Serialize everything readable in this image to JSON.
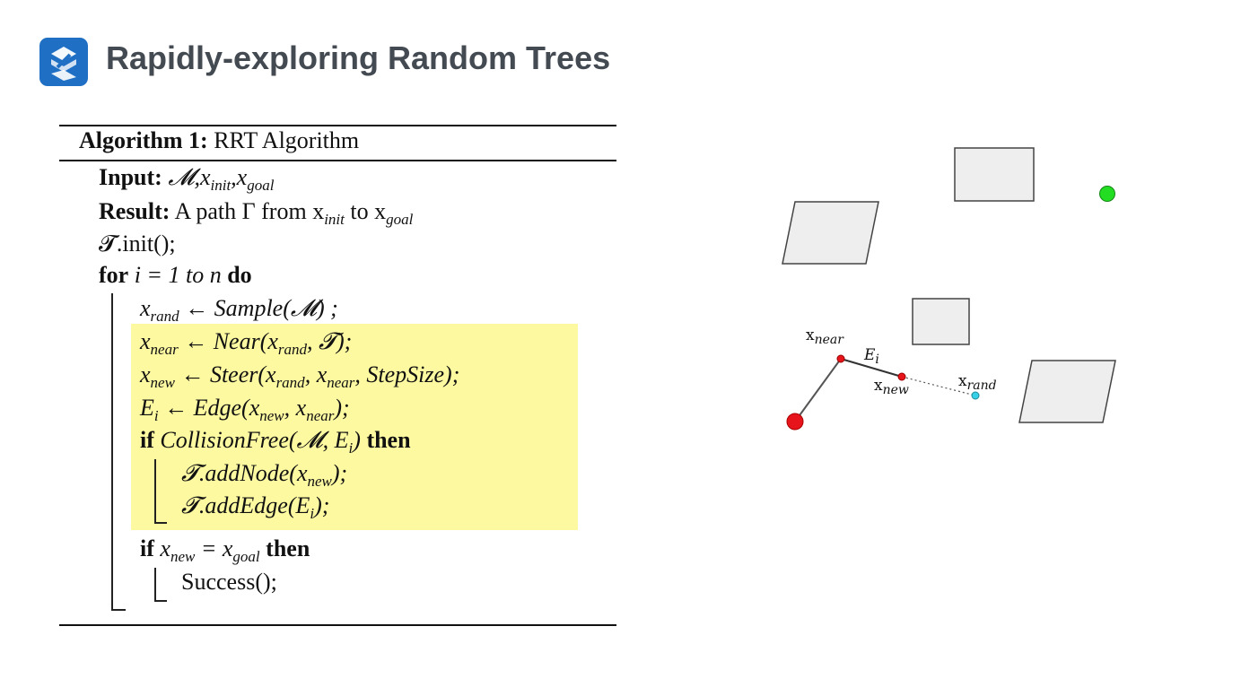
{
  "header": {
    "title": "Rapidly-exploring Random Trees",
    "logo_icon": "s-logo-icon",
    "logo_color": "#1f6fc4"
  },
  "algorithm": {
    "heading_bold": "Algorithm 1:",
    "heading_rest": " RRT Algorithm",
    "input_kw": "Input:",
    "input_text": "𝓜,x",
    "input_sub1": "init",
    "input_mid": ",x",
    "input_sub2": "goal",
    "result_kw": "Result:",
    "result_text": "A path Γ from x",
    "result_sub1": "init",
    "result_mid": " to x",
    "result_sub2": "goal",
    "init_line": "𝓣.init();",
    "for_kw": "for",
    "for_expr": "i = 1 ",
    "for_to": "to",
    "for_n": " n ",
    "for_do": "do",
    "l_sample_a": "x",
    "l_sample_sub": "rand",
    "l_sample_b": " ← Sample(𝓜) ;",
    "l_near_a": "x",
    "l_near_sub": "near",
    "l_near_b": " ← Near(x",
    "l_near_sub2": "rand",
    "l_near_c": ", 𝓣);",
    "l_steer_a": "x",
    "l_steer_sub": "new",
    "l_steer_b": " ← Steer(x",
    "l_steer_sub2": "rand",
    "l_steer_c": ", x",
    "l_steer_sub3": "near",
    "l_steer_d": ", StepSize);",
    "l_edge_a": "E",
    "l_edge_sub": "i",
    "l_edge_b": " ← Edge(x",
    "l_edge_sub2": "new",
    "l_edge_c": ", x",
    "l_edge_sub3": "near",
    "l_edge_d": ");",
    "if1_kw": "if",
    "if1_expr": " CollisionFree(𝓜, E",
    "if1_sub": "i",
    "if1_close": ")",
    "if1_then": " then",
    "addnode_a": "𝓣.addNode(x",
    "addnode_sub": "new",
    "addnode_b": ");",
    "addedge_a": "𝓣.addEdge(E",
    "addedge_sub": "i",
    "addedge_b": ");",
    "if2_kw": "if",
    "if2_a": " x",
    "if2_sub1": "new",
    "if2_b": " = x",
    "if2_sub2": "goal",
    "if2_then": " then",
    "success": "Success();",
    "highlight_color": "#fdf9a1"
  },
  "diagram": {
    "x_near_main": "x",
    "x_near_sub": "near",
    "e_main": "E",
    "e_sub": "i",
    "x_new_main": "x",
    "x_new_sub": "new",
    "x_rand_main": "x",
    "x_rand_sub": "rand",
    "start_color": "#e8141b",
    "goal_color": "#22dd22",
    "rand_color": "#36d1e8",
    "obstacle_fill": "#eeeeee"
  }
}
